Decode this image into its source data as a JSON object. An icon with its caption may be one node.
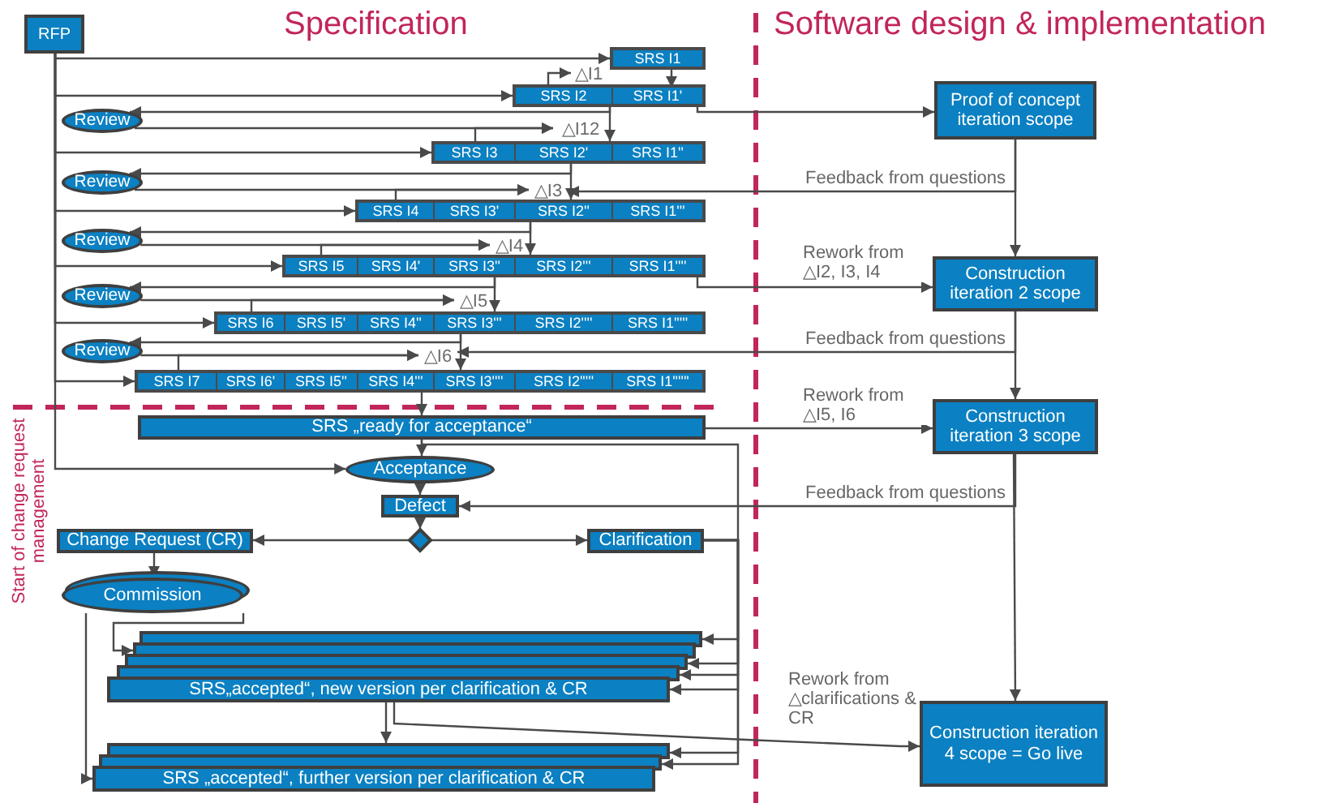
{
  "diagram": {
    "nodes": [
      {
        "text": [
          "RFP"
        ]
      },
      {
        "text": [],
        "shape": "bar"
      },
      {
        "text": [
          "SRS I1"
        ],
        "in": 1
      },
      {
        "text": [
          "△I1"
        ]
      },
      {
        "text": [],
        "shape": "bar"
      },
      {
        "text": [
          "SRS I2"
        ],
        "in": 4
      },
      {
        "text": [
          "SRS I1'"
        ],
        "in": 4
      },
      {
        "text": [
          "Review"
        ]
      },
      {
        "text": [
          "△I12"
        ]
      },
      {
        "text": [],
        "shape": "bar"
      },
      {
        "text": [
          "SRS I3"
        ],
        "in": 9
      },
      {
        "text": [
          "SRS I2'"
        ],
        "in": 9
      },
      {
        "text": [
          "SRS I1''"
        ],
        "in": 9
      },
      {
        "text": [
          "Review"
        ]
      },
      {
        "text": [
          "△I3"
        ]
      },
      {
        "text": [],
        "shape": "bar"
      },
      {
        "text": [
          "SRS I4"
        ],
        "in": 15
      },
      {
        "text": [
          "SRS I3'"
        ],
        "in": 15
      },
      {
        "text": [
          "SRS I2''"
        ],
        "in": 15
      },
      {
        "text": [
          "SRS I1'''"
        ],
        "in": 15
      },
      {
        "text": [
          "Review"
        ]
      },
      {
        "text": [
          "△I4"
        ]
      },
      {
        "text": [],
        "shape": "bar"
      },
      {
        "text": [
          "SRS I5"
        ],
        "in": 22
      },
      {
        "text": [
          "SRS I4'"
        ],
        "in": 22
      },
      {
        "text": [
          "SRS I3''"
        ],
        "in": 22
      },
      {
        "text": [
          "SRS I2'''"
        ],
        "in": 22
      },
      {
        "text": [
          "SRS I1''''"
        ],
        "in": 22
      },
      {
        "text": [
          "Review"
        ]
      },
      {
        "text": [
          "△I5"
        ]
      },
      {
        "text": [],
        "shape": "bar"
      },
      {
        "text": [
          "SRS I6"
        ],
        "in": 30
      },
      {
        "text": [
          "SRS I5'"
        ],
        "in": 30
      },
      {
        "text": [
          "SRS I4''"
        ],
        "in": 30
      },
      {
        "text": [
          "SRS I3'''"
        ],
        "in": 30
      },
      {
        "text": [
          "SRS I2''''"
        ],
        "in": 30
      },
      {
        "text": [
          "SRS I1'''''"
        ],
        "in": 30
      },
      {
        "text": [
          "Review"
        ]
      },
      {
        "text": [
          "△I6"
        ]
      },
      {
        "text": [],
        "shape": "bar"
      },
      {
        "text": [
          "SRS I7"
        ],
        "in": 39
      },
      {
        "text": [
          "SRS I6'"
        ],
        "in": 39
      },
      {
        "text": [
          "SRS I5''"
        ],
        "in": 39
      },
      {
        "text": [
          "SRS I4'''"
        ],
        "in": 39
      },
      {
        "text": [
          "SRS I3''''"
        ],
        "in": 39
      },
      {
        "text": [
          "SRS I2'''''"
        ],
        "in": 39
      },
      {
        "text": [
          "SRS I1''''''"
        ],
        "in": 39
      },
      {
        "text": [
          "SRS „ready for acceptance“"
        ]
      },
      {
        "text": [
          "Acceptance"
        ]
      },
      {
        "text": [
          "Defect"
        ]
      },
      {
        "text": [],
        "shape": "diamond"
      },
      {
        "text": [
          "Change Request (CR)"
        ]
      },
      {
        "text": [
          "Clarification"
        ]
      },
      {
        "text": [
          "Commission"
        ]
      },
      {
        "text": [],
        "shape": "bar"
      },
      {
        "text": [],
        "shape": "bar"
      },
      {
        "text": [],
        "shape": "bar"
      },
      {
        "text": [],
        "shape": "bar"
      },
      {
        "text": [
          "SRS„accepted“, new version per clarification & CR"
        ]
      },
      {
        "text": [],
        "shape": "bar"
      },
      {
        "text": [],
        "shape": "bar"
      },
      {
        "text": [
          "SRS „accepted“, further version per clarification & CR"
        ]
      },
      {
        "text": [
          "Proof of concept iteration scope"
        ]
      },
      {
        "text": [
          "Construction iteration 2 scope"
        ]
      },
      {
        "text": [
          "Construction iteration 3 scope"
        ]
      },
      {
        "text": [
          "Construction iteration 4 scope = Go live"
        ]
      }
    ],
    "edges": [
      {
        "from": 0,
        "to": 1,
        "arrow": "to"
      },
      {
        "from": 0,
        "to": 4,
        "arrow": "to"
      },
      {
        "from": 0,
        "to": 9,
        "arrow": "to"
      },
      {
        "from": 0,
        "to": 15,
        "arrow": "to"
      },
      {
        "from": 0,
        "to": 22,
        "arrow": "to"
      },
      {
        "from": 0,
        "to": 30,
        "arrow": "to"
      },
      {
        "from": 0,
        "to": 39,
        "arrow": "to"
      },
      {
        "from": 0,
        "to": 48,
        "arrow": "to"
      },
      {
        "from": 2,
        "to": 6,
        "arrow": "to"
      },
      {
        "from": 5,
        "to": 3,
        "arrow": "to"
      },
      {
        "from": 4,
        "to": 9,
        "arrow": "to"
      },
      {
        "from": 4,
        "to": 7,
        "arrow": "to"
      },
      {
        "from": 4,
        "to": 62,
        "arrow": "to"
      },
      {
        "from": 7,
        "to": 8,
        "arrow": "to"
      },
      {
        "from": 10,
        "to": 8,
        "arrow": "to"
      },
      {
        "from": 9,
        "to": 15,
        "arrow": "to"
      },
      {
        "from": 9,
        "to": 13,
        "arrow": "to"
      },
      {
        "from": 13,
        "to": 14,
        "arrow": "to"
      },
      {
        "from": 16,
        "to": 14,
        "arrow": "to"
      },
      {
        "from": 62,
        "to": 14,
        "arrow": "to",
        "label": "Feedback from questions"
      },
      {
        "from": 15,
        "to": 22,
        "arrow": "to"
      },
      {
        "from": 15,
        "to": 20,
        "arrow": "to"
      },
      {
        "from": 20,
        "to": 21,
        "arrow": "to"
      },
      {
        "from": 23,
        "to": 21,
        "arrow": "to"
      },
      {
        "from": 22,
        "to": 30,
        "arrow": "to"
      },
      {
        "from": 22,
        "to": 28,
        "arrow": "to"
      },
      {
        "from": 22,
        "to": 63,
        "arrow": "to",
        "label": "Rework from △I2, I3, I4"
      },
      {
        "from": 28,
        "to": 29,
        "arrow": "to"
      },
      {
        "from": 31,
        "to": 29,
        "arrow": "to"
      },
      {
        "from": 30,
        "to": 39,
        "arrow": "to"
      },
      {
        "from": 30,
        "to": 37,
        "arrow": "to"
      },
      {
        "from": 37,
        "to": 38,
        "arrow": "to"
      },
      {
        "from": 40,
        "to": 38,
        "arrow": "to"
      },
      {
        "from": 63,
        "to": 38,
        "arrow": "to",
        "label": "Feedback from questions"
      },
      {
        "from": 39,
        "to": 47,
        "arrow": "to"
      },
      {
        "from": 47,
        "to": 64,
        "arrow": "to",
        "label": "Rework from △I5, I6"
      },
      {
        "from": 47,
        "to": 48,
        "arrow": "to"
      },
      {
        "from": 64,
        "to": 49,
        "arrow": "to",
        "label": "Feedback from questions"
      },
      {
        "from": 48,
        "to": 49,
        "arrow": "to"
      },
      {
        "from": 49,
        "to": 50,
        "arrow": "to"
      },
      {
        "from": 50,
        "to": 51,
        "arrow": "to"
      },
      {
        "from": 50,
        "to": 52,
        "arrow": "to"
      },
      {
        "from": 51,
        "to": 53,
        "arrow": "to"
      },
      {
        "from": 53,
        "to": 55,
        "arrow": "to"
      },
      {
        "from": 53,
        "to": 61,
        "arrow": "to"
      },
      {
        "from": 47,
        "to": 54,
        "arrow": "to"
      },
      {
        "from": 52,
        "to": 56,
        "arrow": "to"
      },
      {
        "from": 52,
        "to": 57,
        "arrow": "to"
      },
      {
        "from": 52,
        "to": 58,
        "arrow": "to"
      },
      {
        "from": 52,
        "to": 59,
        "arrow": "to"
      },
      {
        "from": 52,
        "to": 60,
        "arrow": "to"
      },
      {
        "from": 58,
        "to": 59,
        "arrow": "to"
      },
      {
        "from": 58,
        "to": 65,
        "arrow": "to",
        "label": "Rework from △clarifications & CR"
      },
      {
        "from": 62,
        "to": 63,
        "arrow": "to"
      },
      {
        "from": 63,
        "to": 64,
        "arrow": "to"
      },
      {
        "from": 64,
        "to": 65,
        "arrow": "to"
      }
    ],
    "labels": [
      "Specification",
      "Software design & implementation",
      "Start of change request management"
    ]
  }
}
